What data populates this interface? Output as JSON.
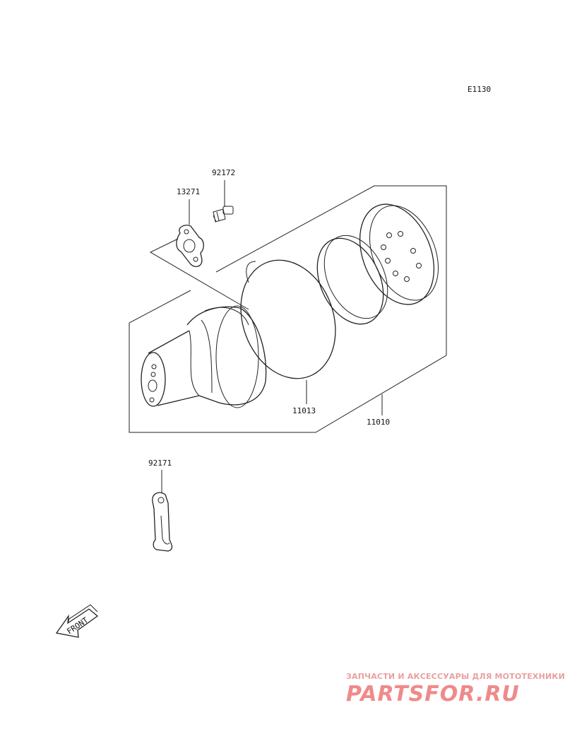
{
  "diagram": {
    "code": "E1130",
    "parts": {
      "p92172": "92172",
      "p13271": "13271",
      "p11013": "11013",
      "p11010": "11010",
      "p92171": "92171"
    },
    "front_label": "FRONT"
  },
  "watermark": {
    "tagline": "ЗАПЧАСТИ И АКСЕССУАРЫ ДЛЯ МОТОТЕХНИКИ",
    "logo": "PARTSFOR.RU"
  }
}
